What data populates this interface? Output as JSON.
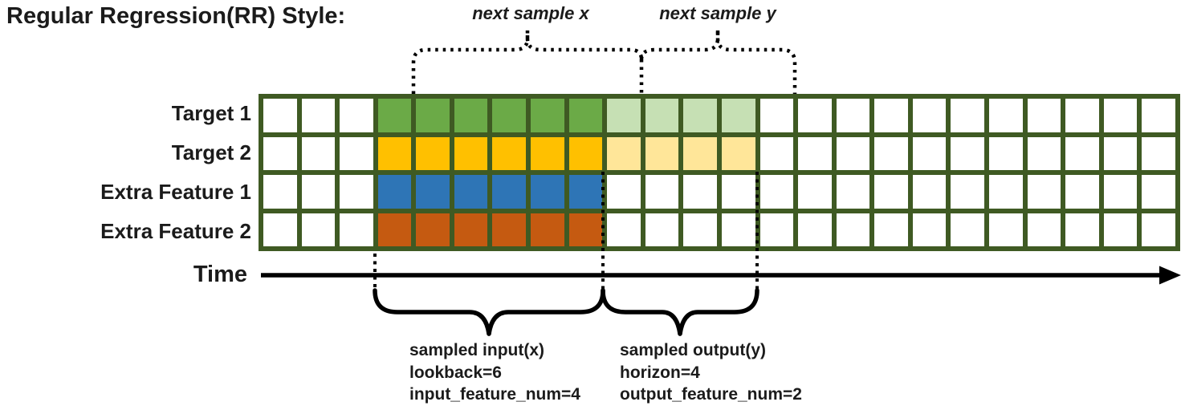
{
  "title": "Regular Regression(RR) Style:",
  "colors": {
    "grid_border": "#3F5A23",
    "cell_default": "#FFFFFF",
    "line_black": "#000000"
  },
  "rows": [
    {
      "label": "Target 1",
      "input_color": "#6BAA47",
      "output_color": "#C6E0B4"
    },
    {
      "label": "Target 2",
      "input_color": "#FFC000",
      "output_color": "#FFE699"
    },
    {
      "label": "Extra Feature 1",
      "input_color": "#2E75B6",
      "output_color": null
    },
    {
      "label": "Extra Feature 2",
      "input_color": "#C55A11",
      "output_color": null
    }
  ],
  "grid": {
    "columns": 24,
    "input_start_col": 4,
    "lookback": 6,
    "horizon": 4
  },
  "braces": {
    "next_sample_x": "next sample x",
    "next_sample_y": "next sample y"
  },
  "time_label": "Time",
  "annotations": {
    "input_lines": [
      "sampled input(x)",
      "lookback=6",
      "input_feature_num=4"
    ],
    "output_lines": [
      "sampled output(y)",
      "horizon=4",
      "output_feature_num=2"
    ]
  }
}
